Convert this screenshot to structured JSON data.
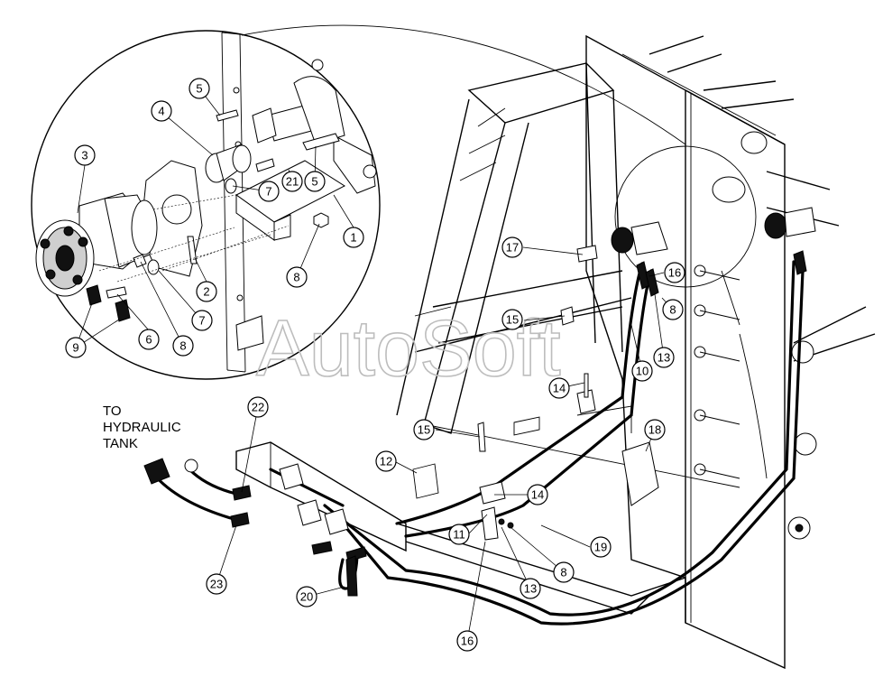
{
  "watermark": "AutoSoft",
  "tank_label": [
    "TO",
    "HYDRAULIC",
    "TANK"
  ],
  "callouts": [
    {
      "label": "1"
    },
    {
      "label": "2"
    },
    {
      "label": "3"
    },
    {
      "label": "4"
    },
    {
      "label": "5"
    },
    {
      "label": "5"
    },
    {
      "label": "6"
    },
    {
      "label": "7"
    },
    {
      "label": "7"
    },
    {
      "label": "8"
    },
    {
      "label": "8"
    },
    {
      "label": "8"
    },
    {
      "label": "8"
    },
    {
      "label": "9"
    },
    {
      "label": "10"
    },
    {
      "label": "11"
    },
    {
      "label": "12"
    },
    {
      "label": "13"
    },
    {
      "label": "13"
    },
    {
      "label": "14"
    },
    {
      "label": "14"
    },
    {
      "label": "15"
    },
    {
      "label": "15"
    },
    {
      "label": "16"
    },
    {
      "label": "16"
    },
    {
      "label": "17"
    },
    {
      "label": "18"
    },
    {
      "label": "19"
    },
    {
      "label": "20"
    },
    {
      "label": "21"
    },
    {
      "label": "22"
    },
    {
      "label": "23"
    }
  ]
}
